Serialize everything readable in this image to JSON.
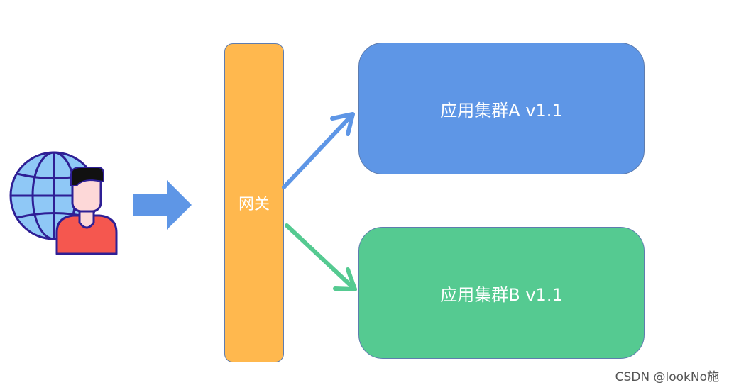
{
  "nodes": {
    "gateway": "网关",
    "cluster_a": "应用集群A v1.1",
    "cluster_b": "应用集群B v1.1"
  },
  "watermark": "CSDN @lookNo施",
  "icons": {
    "user": "user-with-globe-icon",
    "arrow": "right-arrow-icon"
  },
  "colors": {
    "gateway": "#ffb84e",
    "cluster_a": "#5e96e6",
    "cluster_b": "#55ca91",
    "arrow_to_a": "#5e96e6",
    "arrow_to_b": "#55ca91",
    "block_arrow": "#5e96e6"
  }
}
